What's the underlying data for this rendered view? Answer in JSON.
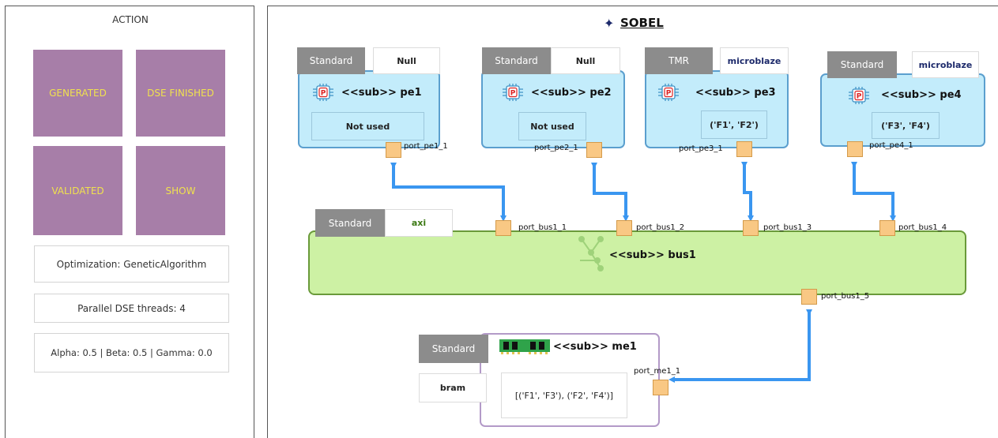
{
  "action_panel": {
    "title": "ACTION",
    "buttons": {
      "generated": "GENERATED",
      "dse_finished": "DSE FINISHED",
      "validated": "VALIDATED",
      "show": "SHOW"
    },
    "optimization": "Optimization: GeneticAlgorithm",
    "threads": "Parallel DSE threads: 4",
    "weights": "Alpha: 0.5 | Beta: 0.5 | Gamma: 0.0"
  },
  "diagram": {
    "title": "SOBEL",
    "pe1": {
      "type": "Standard",
      "impl": "Null",
      "name": "<<sub>> pe1",
      "content": "Not used",
      "port": "port_pe1_1"
    },
    "pe2": {
      "type": "Standard",
      "impl": "Null",
      "name": "<<sub>> pe2",
      "content": "Not used",
      "port": "port_pe2_1"
    },
    "pe3": {
      "type": "TMR",
      "impl": "microblaze",
      "name": "<<sub>> pe3",
      "content": "('F1', 'F2')",
      "port": "port_pe3_1"
    },
    "pe4": {
      "type": "Standard",
      "impl": "microblaze",
      "name": "<<sub>> pe4",
      "content": "('F3', 'F4')",
      "port": "port_pe4_1"
    },
    "bus1": {
      "type": "Standard",
      "impl": "axi",
      "name": "<<sub>> bus1",
      "ports": [
        "port_bus1_1",
        "port_bus1_2",
        "port_bus1_3",
        "port_bus1_4",
        "port_bus1_5"
      ]
    },
    "me1": {
      "type": "Standard",
      "impl": "bram",
      "name": "<<sub>> me1",
      "content": "[('F1', 'F3'), ('F2', 'F4')]",
      "port": "port_me1_1"
    }
  },
  "colors": {
    "action_button": "#a77ea8",
    "action_button_text": "#f0e14e",
    "pe_fill": "#c3ecfb",
    "pe_border": "#5b9fce",
    "bus_fill": "#cdf1a4",
    "bus_border": "#6a9a3a",
    "port_fill": "#f9c884",
    "connector": "#3a96f0"
  },
  "icons": {
    "title": "diamond-icon",
    "pe": "processor-chip-icon",
    "bus": "bus-network-icon",
    "memory": "memory-module-icon"
  }
}
